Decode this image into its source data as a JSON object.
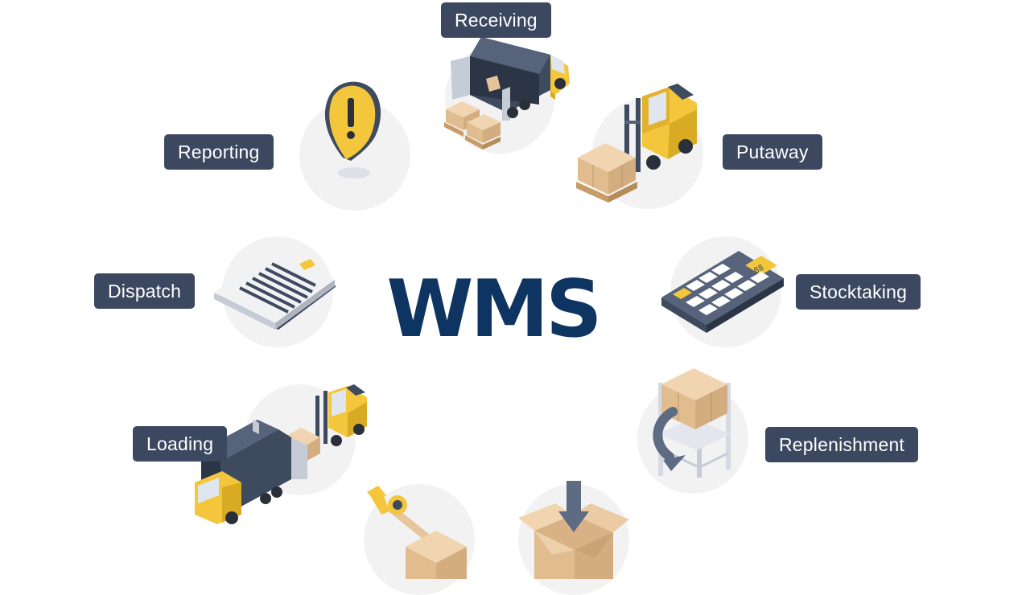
{
  "title": "WMS",
  "colors": {
    "title": "#0e3462",
    "label_bg": "#3c4860",
    "label_text": "#ffffff",
    "accent_yellow": "#f3c63c",
    "truck_dark": "#3e4a5e",
    "box_tan": "#ebcba3",
    "circle_bg": "#f2f2f3"
  },
  "stages": [
    {
      "id": "receiving",
      "label": "Receiving",
      "icon": "delivery-truck-icon"
    },
    {
      "id": "putaway",
      "label": "Putaway",
      "icon": "forklift-icon"
    },
    {
      "id": "stocktaking",
      "label": "Stocktaking",
      "icon": "calculator-icon"
    },
    {
      "id": "replenishment",
      "label": "Replenishment",
      "icon": "rack-refresh-icon"
    },
    {
      "id": "packing-in",
      "label": "",
      "icon": "box-down-arrow-icon"
    },
    {
      "id": "packing-tape",
      "label": "",
      "icon": "tape-box-icon"
    },
    {
      "id": "loading",
      "label": "Loading",
      "icon": "truck-forklift-icon"
    },
    {
      "id": "dispatch",
      "label": "Dispatch",
      "icon": "clipboard-document-icon"
    },
    {
      "id": "reporting",
      "label": "Reporting",
      "icon": "alert-pin-icon"
    }
  ]
}
